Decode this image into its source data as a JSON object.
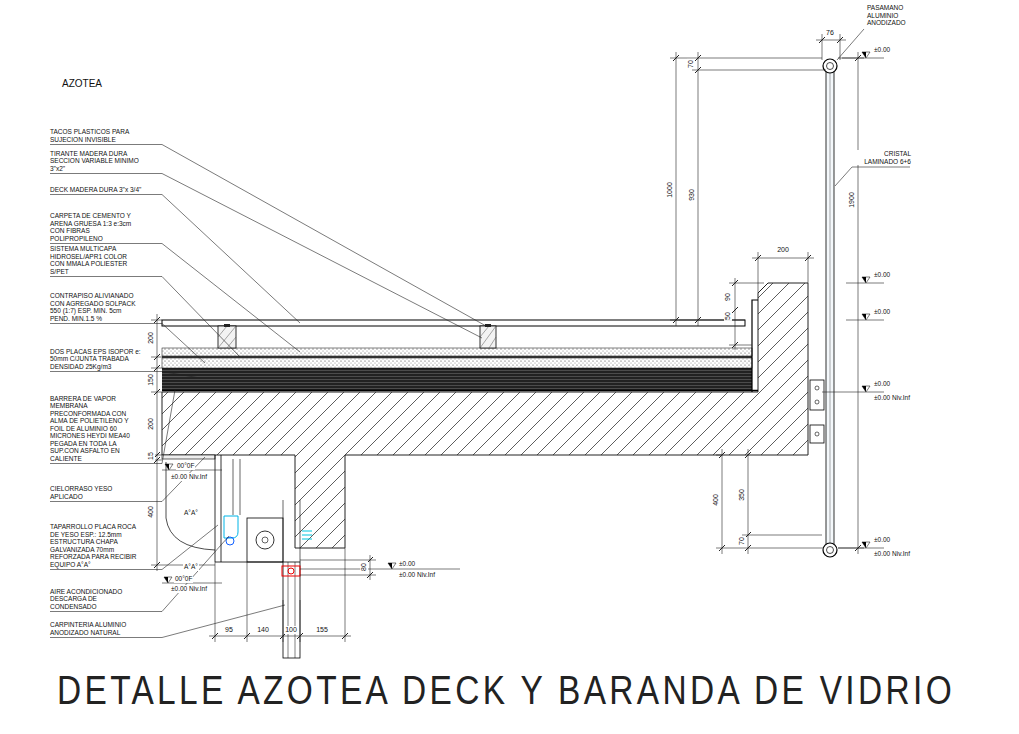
{
  "diagram": {
    "title": "AZOTEA",
    "caption": "DETALLE AZOTEA DECK Y BARANDA DE VIDRIO",
    "labels": [
      "TACOS PLASTICOS PARA SUJECION INVISIBLE",
      "TIRANTE MADERA DURA SECCION VARIABLE MINIMO 3\"x2\"",
      "DECK MADERA DURA 3\"x 3/4\"",
      "CARPETA DE CEMENTO Y ARENA GRUESA 1:3 e:3cm CON FIBRAS POLIPROPILENO",
      "SISTEMA MULTICAPA HIDROSEL/APR1 COLOR CON MMALA POLIESTER S/PET",
      "CONTRAPISO ALIVIANADO CON AGREGADO SOLPACK 550 (1:7) ESP. MIN. 5cm PEND. MIN.1.5 %",
      "DOS PLACAS EPS ISOPOR e: 50mm C/JUNTA TRABADA DENSIDAD 25Kg/m3",
      "BARRERA DE VAPOR MEMBRANA PRECONFORMADA CON ALMA DE POLIETILENO Y FOIL DE ALUMINIO 60 MICRONES HEYDI MEA40 PEGADA EN TODA LA SUP.CON ASFALTO EN CALIENTE",
      "CIELORRASO YESO APLICADO",
      "TAPARROLLO PLACA ROCA DE YESO ESP.: 12.5mm ESTRUCTURA CHAPA GALVANIZADA 70mm REFORZADA PARA RECIBIR EQUIPO A°A°",
      "AIRE ACONDICIONADO DESCARGA DE CONDENSADO",
      "CARPINTERIA ALUMINIO ANODIZADO NATURAL",
      "PASAMANO ALUMINIO ANODIZADO",
      "CRISTAL LAMINADO 6+6",
      "76",
      "70",
      "1000",
      "930",
      "200",
      "90",
      "50",
      "1900",
      "400",
      "350",
      "70",
      "200",
      "150",
      "200",
      "15",
      "400",
      "95",
      "140",
      "100",
      "155",
      "80",
      "±0.00",
      "±0.00",
      "±0.00",
      "±0.00",
      "±0.00 Niv.Inf",
      "±0.00",
      "±0.00 Niv.Inf",
      "00°0F",
      "±0.00 Niv.Inf",
      "00°0F",
      "±0.00 Niv.Inf",
      "±0.00",
      "±0.00 Niv.Inf",
      "A°A°",
      "A°A°"
    ]
  }
}
